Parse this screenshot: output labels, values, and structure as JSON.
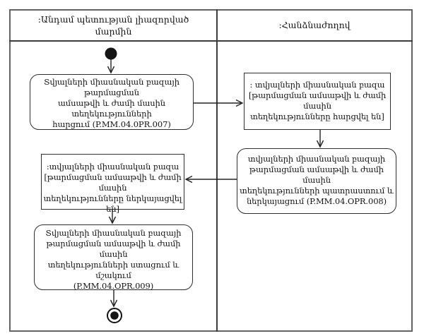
{
  "lanes": {
    "left": {
      "title": ":Անդամ պետության լիազորված մարմին",
      "title_lines": [
        ":Անդամ պետության լիազորված",
        "մարմին"
      ]
    },
    "right": {
      "title": ":Հանձնաժողով"
    }
  },
  "nodes": {
    "activity_007": {
      "label": "Տվյալների միասնական բազայի թարմացման ամսաթվի և ժամի մասին տեղեկությունների հարցում (P.MM.04.0PR.007)",
      "code": "P.MM.04.0PR.007",
      "lines": [
        "Տվյալների միասնական բազայի թարմացման",
        "ամսաթվի և ժամի մասին տեղեկությունների",
        "հարցում (P.MM.04.0PR.007)"
      ]
    },
    "object_queried": {
      "label": ": տվյալների միասնական բազա [թարմացման ամսաթվի և ժամի մասին տեղեկությունները հարցվել են]",
      "lines": [
        ": տվյալների միասնական բազա",
        "[թարմացման ամսաթվի և ժամի մասին",
        "տեղեկությունները հարցվել են]"
      ]
    },
    "activity_008": {
      "label": "տվյալների միասնական բազայի թարմացման ամսաթվի և ժամի մասին տեղեկությունների պատրաստում և ներկայացում (P.MM.04.OPR.008)",
      "code": "P.MM.04.OPR.008",
      "lines": [
        "տվյալների միասնական բազայի",
        "թարմացման ամսաթվի և ժամի մասին",
        "տեղեկությունների պատրաստում և",
        "ներկայացում (P.MM.04.OPR.008)"
      ]
    },
    "object_submitted": {
      "label": ":տվյալների միասնական բազա [թարմացման ամսաթվի և ժամի մասին տեղեկությունները ներկայացվել են]",
      "lines": [
        ":տվյալների միասնական բազա",
        "[թարմացման ամսաթվի և ժամի մասին",
        "տեղեկությունները ներկայացվել են]"
      ]
    },
    "activity_009": {
      "label": "Տվյալների միասնական բազայի թարմացման ամսաթվի և ժամի մասին տեղեկությունների ստացում և մշակում (P.MM.04.OPR.009)",
      "code": "P.MM.04.OPR.009",
      "lines": [
        "Տվյալների միասնական բազայի",
        "թարմացման ամսաթվի և ժամի մասին",
        "տեղեկությունների ստացում և մշակում",
        "(P.MM.04.OPR.009)"
      ]
    }
  },
  "colors": {
    "line": "#232323",
    "frame": "#636363",
    "background": "#ffffff",
    "text": "#141414"
  }
}
